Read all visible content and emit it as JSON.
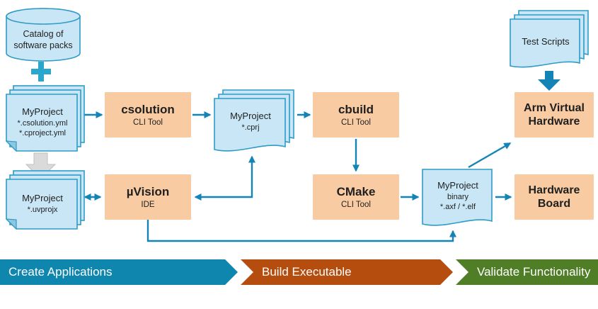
{
  "colors": {
    "connector": "#1484B6",
    "doc_fill": "#C8E6F5",
    "doc_stroke": "#2E9CC6",
    "doc_fold": "#8FC6E2",
    "box_fill": "#F8CBA2",
    "plus": "#2BA7CD",
    "gray_arrow": "#DADADA",
    "text": "#1F1F1F"
  },
  "nodes": {
    "catalog": {
      "line1": "Catalog of",
      "line2": "software packs"
    },
    "plus": "+",
    "project_yml": {
      "title": "MyProject",
      "sub1": "*.csolution.yml",
      "sub2": "*.cproject.yml"
    },
    "project_uvprojx": {
      "title": "MyProject",
      "sub1": "*.uvprojx"
    },
    "csolution": {
      "title": "csolution",
      "subtitle": "CLI Tool"
    },
    "project_cprj": {
      "title": "MyProject",
      "sub1": "*.cprj"
    },
    "cbuild": {
      "title": "cbuild",
      "subtitle": "CLI Tool"
    },
    "cmake": {
      "title": "CMake",
      "subtitle": "CLI Tool"
    },
    "uvision": {
      "title": "µVision",
      "subtitle": "IDE"
    },
    "binary": {
      "title": "MyProject",
      "sub1": "binary",
      "sub2": "*.axf / *.elf"
    },
    "test_scripts": {
      "title": "Test Scripts"
    },
    "avh": {
      "line1": "Arm Virtual",
      "line2": "Hardware"
    },
    "hardware_board": {
      "line1": "Hardware",
      "line2": "Board"
    }
  },
  "phases": [
    {
      "label": "Create Applications",
      "color": "#0E86AE"
    },
    {
      "label": "Build Executable",
      "color": "#B54D0E"
    },
    {
      "label": "Validate Functionality",
      "color": "#4F7E26"
    }
  ]
}
